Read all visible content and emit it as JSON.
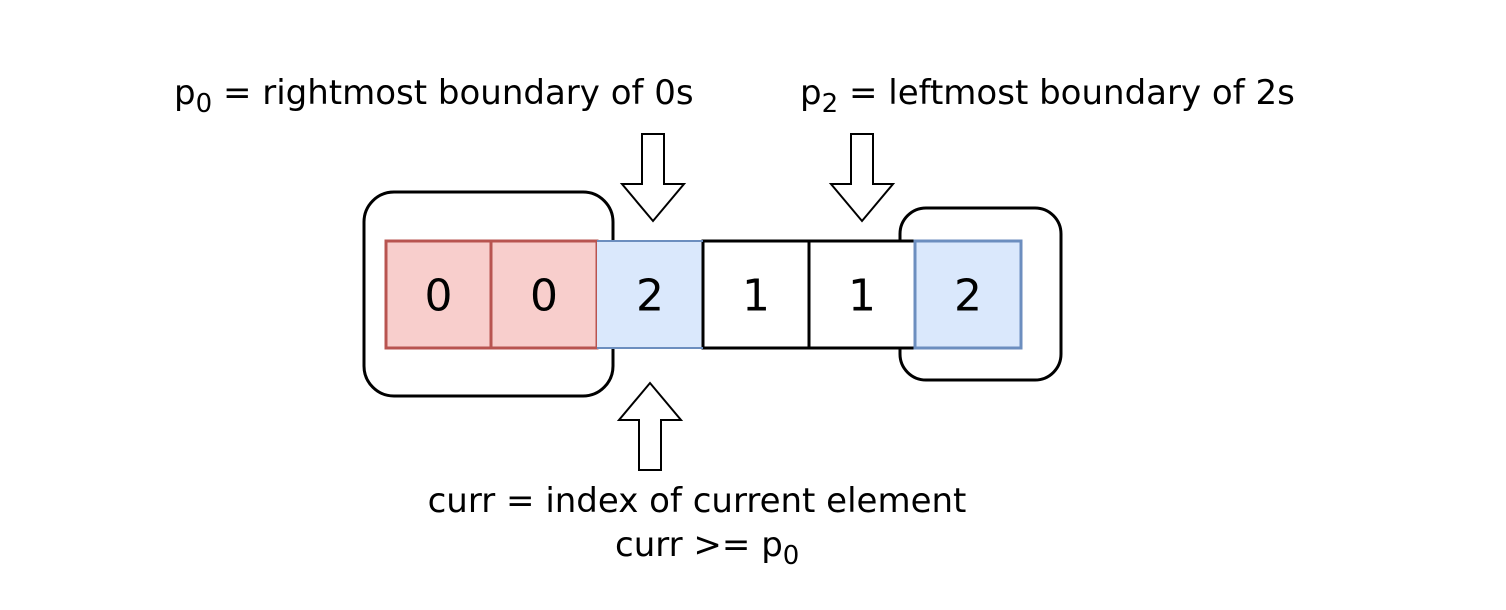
{
  "labels": {
    "p0": {
      "main": "p",
      "sub": "0",
      "rest": " = rightmost boundary of 0s"
    },
    "p2": {
      "main": "p",
      "sub": "2",
      "rest": " = leftmost boundary of 2s"
    },
    "curr_line1": "curr = index of current element",
    "curr_line2": {
      "main": "curr >= p",
      "sub": "0"
    }
  },
  "array": [
    {
      "value": "0",
      "color": "red"
    },
    {
      "value": "0",
      "color": "red"
    },
    {
      "value": "2",
      "color": "blue"
    },
    {
      "value": "1",
      "color": "white"
    },
    {
      "value": "1",
      "color": "white"
    },
    {
      "value": "2",
      "color": "blue"
    }
  ],
  "colors": {
    "red_fill": "#f8cecc",
    "red_stroke": "#b85450",
    "blue_fill": "#dae8fc",
    "blue_stroke": "#6c8ebf",
    "white_fill": "#ffffff",
    "white_stroke": "#000000",
    "outline": "#000000"
  },
  "icons": {
    "p0_arrow": "arrow-down-icon",
    "p2_arrow": "arrow-down-icon",
    "curr_arrow": "arrow-up-icon"
  }
}
